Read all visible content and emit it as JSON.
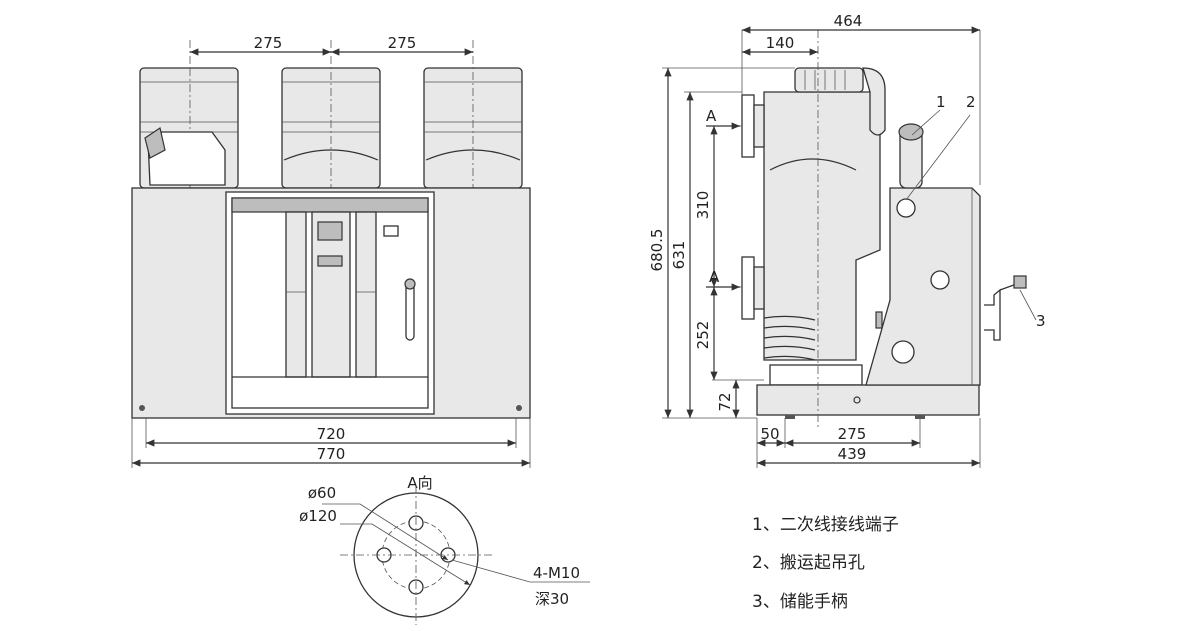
{
  "front_view": {
    "dim_pole_spacing_left": "275",
    "dim_pole_spacing_right": "275",
    "dim_inner_width": "720",
    "dim_overall_width": "770"
  },
  "side_view": {
    "dim_overall_depth": "464",
    "dim_top_offset": "140",
    "dim_total_height": "680.5",
    "dim_height_631": "631",
    "dim_310": "310",
    "dim_252": "252",
    "dim_72": "72",
    "dim_50": "50",
    "dim_275": "275",
    "dim_439": "439",
    "section_marker_top": "A",
    "section_marker_bottom": "A",
    "callout_1": "1",
    "callout_2": "2",
    "callout_3": "3"
  },
  "a_view": {
    "title": "A向",
    "dim_d60": "ø60",
    "dim_d120": "ø120",
    "thread_spec": "4-M10",
    "depth_spec": "深30"
  },
  "legend": [
    {
      "label": "1、二次线接线端子"
    },
    {
      "label": "2、搬运起吊孔"
    },
    {
      "label": "3、储能手柄"
    }
  ]
}
